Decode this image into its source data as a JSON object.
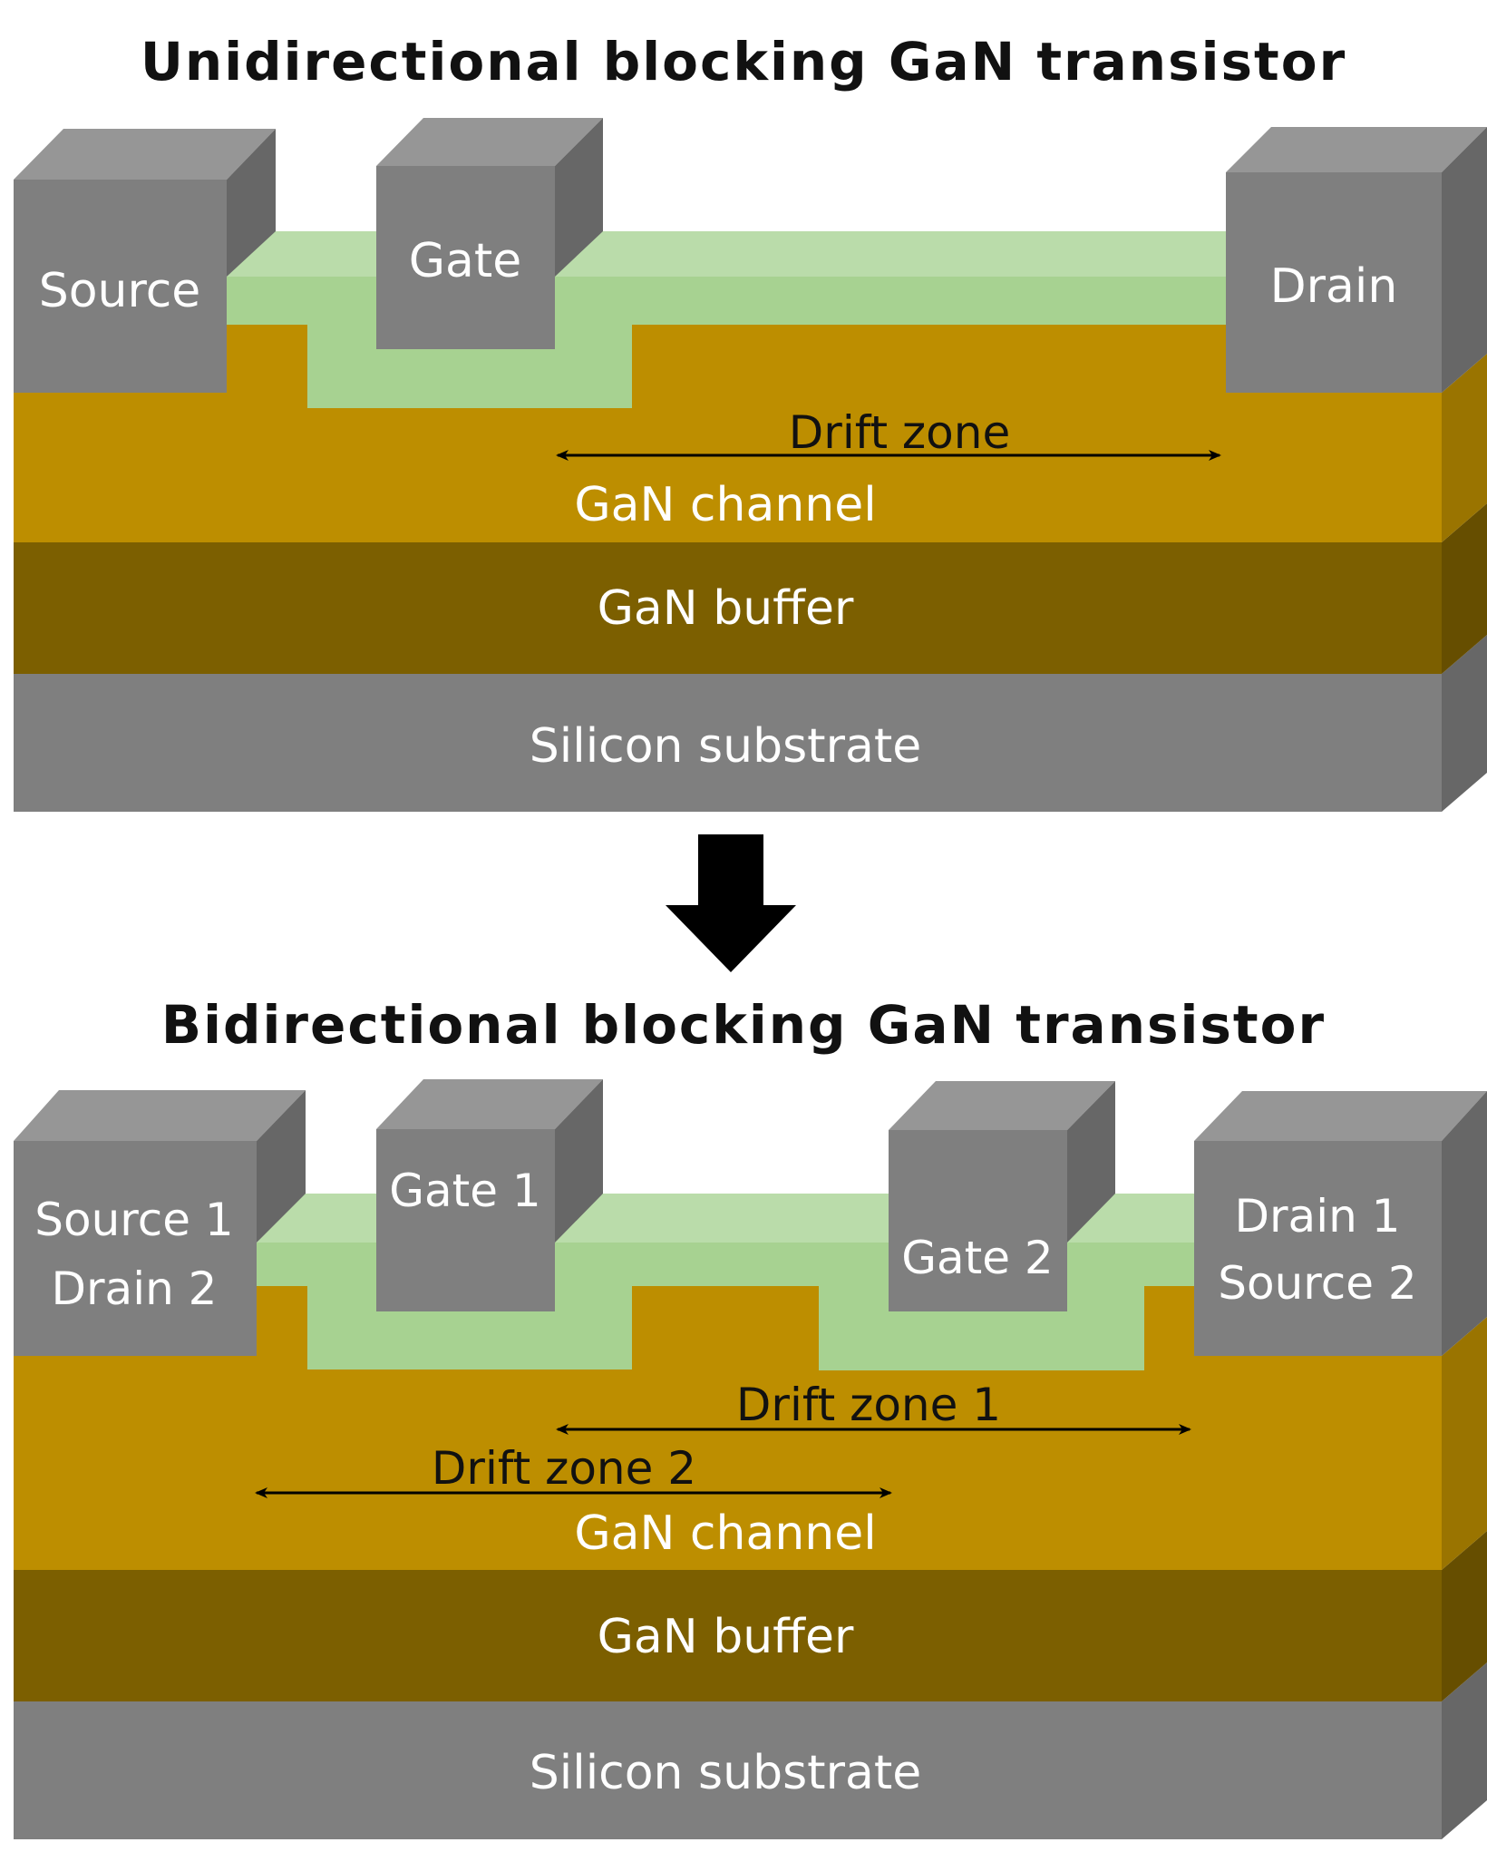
{
  "colors": {
    "metal_front": "#7f7f7f",
    "metal_top": "#969696",
    "metal_side": "#676767",
    "barrier_front": "#a7d291",
    "barrier_top": "#badcaa",
    "channel": "#bd8e00",
    "channel_side": "#9a7400",
    "buffer": "#7c5f00",
    "buffer_side": "#664e00",
    "substrate": "#7f7f7f",
    "substrate_side": "#676767",
    "arrow": "#000000"
  },
  "top_diagram": {
    "title": "Unidirectional blocking GaN transistor",
    "electrodes": {
      "source": "Source",
      "gate": "Gate",
      "drain": "Drain"
    },
    "drift_zone": "Drift zone",
    "layers": {
      "channel": "GaN channel",
      "buffer": "GaN buffer",
      "substrate": "Silicon substrate"
    }
  },
  "transition_arrow": "down-arrow",
  "bottom_diagram": {
    "title": "Bidirectional blocking GaN transistor",
    "electrodes": {
      "left_line1": "Source 1",
      "left_line2": "Drain 2",
      "gate1": "Gate 1",
      "gate2": "Gate 2",
      "right_line1": "Drain 1",
      "right_line2": "Source 2"
    },
    "drift_zone_1": "Drift zone 1",
    "drift_zone_2": "Drift zone 2",
    "layers": {
      "channel": "GaN channel",
      "buffer": "GaN buffer",
      "substrate": "Silicon substrate"
    }
  }
}
